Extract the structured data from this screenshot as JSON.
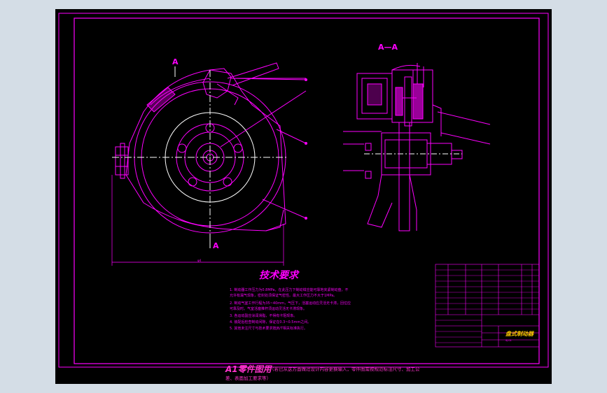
{
  "drawing": {
    "section_title": "A—A",
    "section_marker_top": "A",
    "section_marker_bottom": "A",
    "tech_requirements_title": "技术要求",
    "tech_requirements": [
      "1. 制动器工作压力为0.8MPa，在此压力下制动钳应能可靠地夹紧制动盘，不",
      "   允许有漏气现象，密封处须保证气密性。最大工作压力不大于1MPa。",
      "2. 制动气室工作行程为35~40mm，气压下，活塞运动应灵活无卡滞，回位应",
      "   可靠及时。气室活塞推杆须运动灵活无卡滞现象。",
      "3. 各运动副应涂润滑脂，不得有卡阻现象。",
      "4. 装配后检查制动间隙，保证在0.3~0.5mm之间。",
      "5. 其他未注尺寸与技术要求按JB/T相关标准执行。"
    ],
    "dimension_label": "φ4",
    "title_block_name": "盘式制动器",
    "title_block_code": "SJ-01"
  },
  "footer": {
    "part_label": "A1零件图用",
    "note_line1": "（若已从这方面做过设计内容更换输入，零件图需按规范标注尺寸、加工公",
    "note_line2": "差、表面加工要求等）"
  },
  "colors": {
    "background": "#000000",
    "frame": "#ff00ff",
    "section_line": "#ffffff",
    "title_block": "#ffcc00"
  }
}
